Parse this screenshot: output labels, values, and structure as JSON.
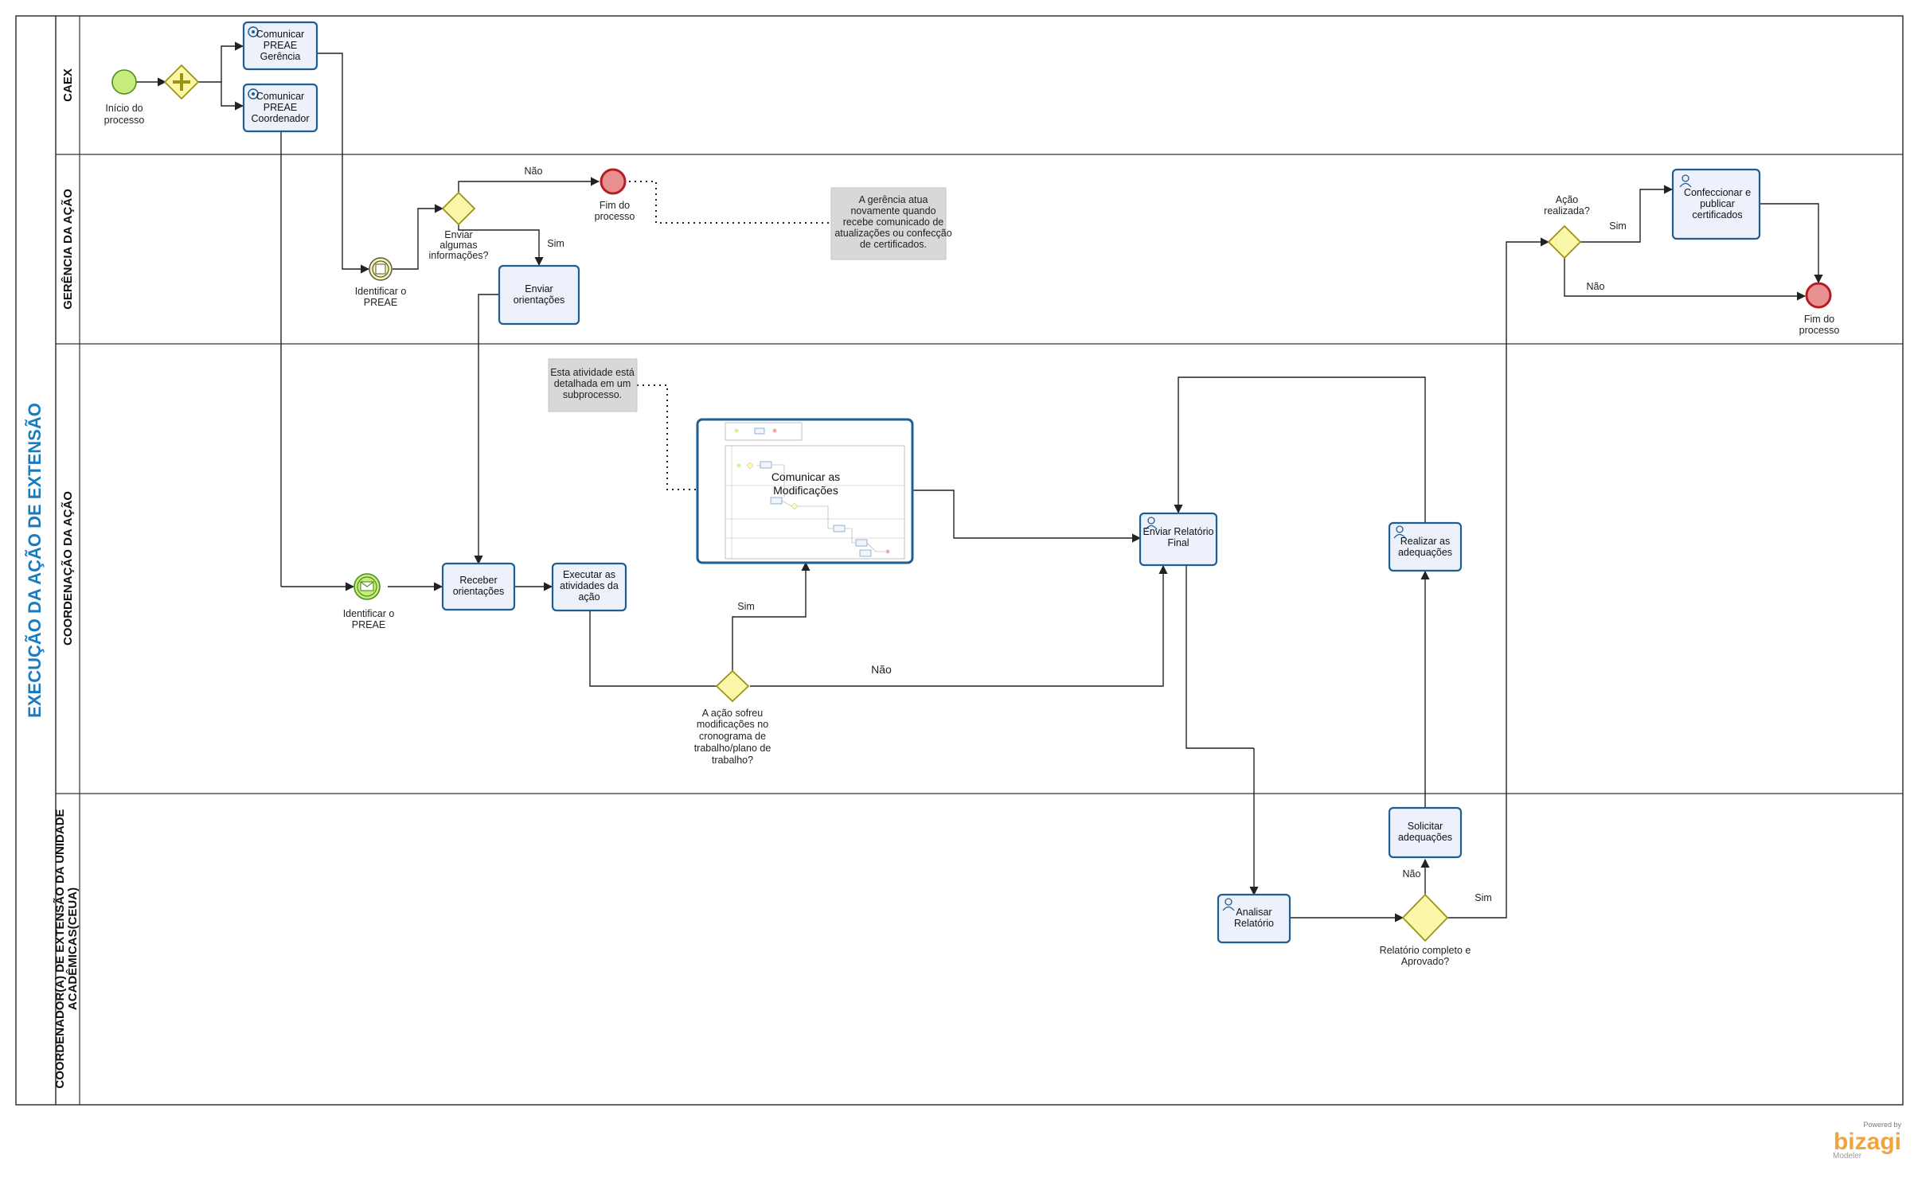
{
  "pool": {
    "title": "EXECUÇÃO DA AÇÃO DE EXTENSÃO"
  },
  "lanes": {
    "caex": "CAEX",
    "gerencia": "GERÊNCIA DA AÇÃO",
    "coordenacao": "COORDENAÇÃO DA AÇÃO",
    "ceua": [
      "COORDENADOR(A) DE  EXTENSÃO DA UNIDADE",
      "ACADÊMICAS(CEUA)"
    ]
  },
  "events": {
    "start": [
      "Início do",
      "processo"
    ],
    "intermediate_gerencia": [
      "Identificar o",
      "PREAE"
    ],
    "end_gerencia": [
      "Fim do",
      "processo"
    ],
    "end_final": [
      "Fim do",
      "processo"
    ],
    "message_coord": [
      "Identificar o",
      "PREAE"
    ]
  },
  "tasks": {
    "comunicar_gerencia": [
      "Comunicar",
      "PREAE",
      "Gerência"
    ],
    "comunicar_coordenador": [
      "Comunicar",
      "PREAE",
      "Coordenador"
    ],
    "enviar_orientacoes": [
      "Enviar",
      "orientações"
    ],
    "confeccionar": [
      "Confeccionar e",
      "publicar",
      "certificados"
    ],
    "receber_orientacoes": [
      "Receber",
      "orientações"
    ],
    "executar_atividades": [
      "Executar as",
      "atividades da",
      "ação"
    ],
    "comunicar_modificacoes": [
      "Comunicar as",
      "Modificações"
    ],
    "enviar_relatorio": [
      "Enviar Relatório",
      "Final"
    ],
    "realizar_adequacoes": [
      "Realizar as",
      "adequações"
    ],
    "solicitar_adequacoes": [
      "Solicitar",
      "adequações"
    ],
    "analisar_relatorio": [
      "Analisar",
      "Relatório"
    ]
  },
  "gateways": {
    "enviar_info": [
      "Enviar",
      "algumas",
      "informações?"
    ],
    "acao_realizada": [
      "Ação",
      "realizada?"
    ],
    "acao_modificacoes": [
      "A ação sofreu",
      "modificações no",
      "cronograma de",
      "trabalho/plano de",
      "trabalho?"
    ],
    "relatorio_aprovado": [
      "Relatório completo e",
      "Aprovado?"
    ]
  },
  "flow_labels": {
    "nao_gerencia": "Não",
    "sim_gerencia": "Sim",
    "sim_realizada": "Sim",
    "nao_realizada": "Não",
    "sim_modificacoes": "Sim",
    "nao_modificacoes": "Não",
    "nao_relatorio": "Não",
    "sim_relatorio": "Sim"
  },
  "annotations": {
    "gerencia_note": [
      "A gerência atua",
      "novamente quando",
      "recebe comunicado de",
      "atualizações ou confecção",
      "de certificados."
    ],
    "subprocess_note": [
      "Esta atividade está",
      "detalhada em um",
      "subprocesso."
    ]
  },
  "branding": {
    "powered": "Powered by",
    "name": "bizagi",
    "product": "Modeler"
  },
  "colors": {
    "task_fill": "#edf1fb",
    "task_stroke": "#1f5e93",
    "gateway_fill": "#fbf7a8",
    "start_fill": "#c6ec7e",
    "end_fill": "#e88f8f",
    "end_stroke": "#b11f25",
    "pool_title": "#1a7bbf",
    "brand": "#f2a43a"
  }
}
